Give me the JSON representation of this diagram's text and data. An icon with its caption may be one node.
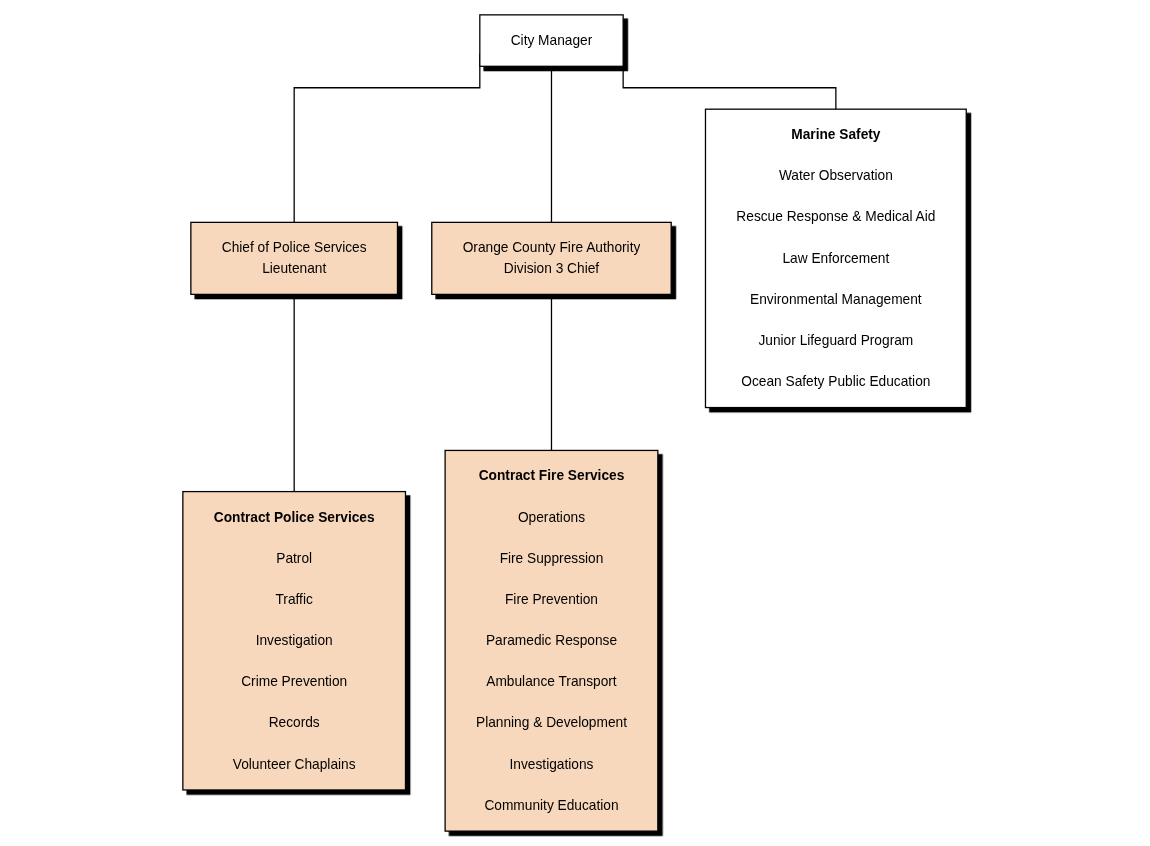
{
  "diagram": {
    "nodes": [
      {
        "text": [
          "City Manager"
        ]
      },
      {
        "text": [
          "Chief of Police Services",
          "Lieutenant"
        ]
      },
      {
        "text": [
          "Orange County Fire Authority",
          "Division 3 Chief"
        ]
      },
      {
        "text": [
          "Contract Police Services",
          "Patrol",
          "Traffic",
          "Investigation",
          "Crime Prevention",
          "Records",
          "Volunteer Chaplains"
        ]
      },
      {
        "text": [
          "Contract Fire Services",
          "Operations",
          "Fire Suppression",
          "Fire Prevention",
          "Paramedic Response",
          "Ambulance Transport",
          "Planning & Development",
          "Investigations",
          "Community Education"
        ]
      },
      {
        "text": [
          "Marine Safety",
          "Water Observation",
          "Rescue Response & Medical Aid",
          "Law Enforcement",
          "Environmental Management",
          "Junior Lifeguard Program",
          "Ocean Safety Public Education"
        ]
      }
    ],
    "edges": [
      {
        "from": 0,
        "to": 1,
        "arrow": "none"
      },
      {
        "from": 0,
        "to": 2,
        "arrow": "none"
      },
      {
        "from": 0,
        "to": 5,
        "arrow": "none"
      },
      {
        "from": 1,
        "to": 3,
        "arrow": "none"
      },
      {
        "from": 2,
        "to": 4,
        "arrow": "none"
      }
    ]
  }
}
